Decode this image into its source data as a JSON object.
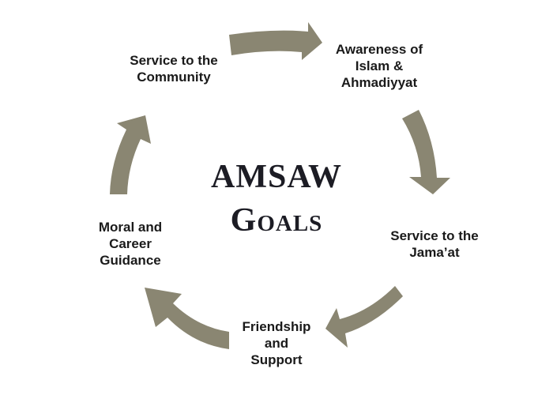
{
  "title": {
    "line1": "AMSAW",
    "line2": "Goals"
  },
  "goals": [
    {
      "lines": [
        "Awareness of",
        "Islam &",
        "Ahmadiyyat"
      ]
    },
    {
      "lines": [
        "Service to the",
        "Jama’at"
      ]
    },
    {
      "lines": [
        "Friendship",
        "and",
        "Support"
      ]
    },
    {
      "lines": [
        "Moral and",
        "Career",
        "Guidance"
      ]
    },
    {
      "lines": [
        "Service to the",
        "Community"
      ]
    }
  ],
  "colors": {
    "arrow": "#8a8672",
    "text": "#1a1a1a",
    "title": "#1c1c24"
  }
}
